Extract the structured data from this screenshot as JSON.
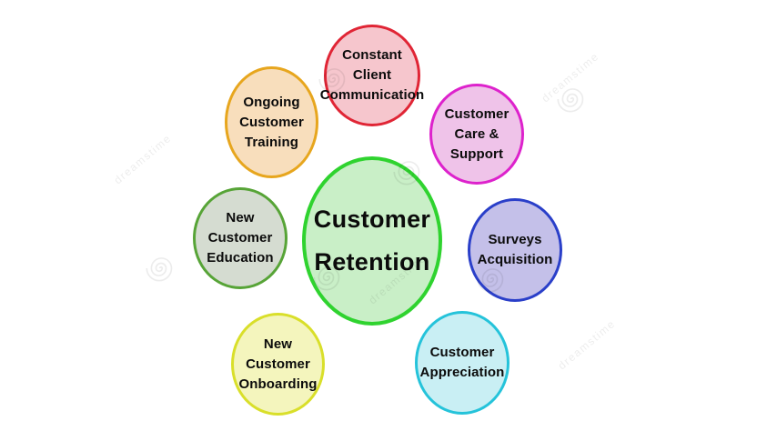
{
  "diagram": {
    "title": "Customer Retention factors diagram",
    "center": {
      "lines": [
        "Customer",
        "Retention"
      ],
      "fill": "#c9efc7",
      "border": "#2fd32f"
    },
    "satellites": [
      {
        "id": "constant-client-communication",
        "lines": [
          "Constant",
          "Client",
          "Communication"
        ],
        "fill": "#f6c6cd",
        "border": "#e02535"
      },
      {
        "id": "customer-care-support",
        "lines": [
          "Customer",
          "Care &",
          "Support"
        ],
        "fill": "#efc3e9",
        "border": "#dd22cc"
      },
      {
        "id": "surveys-acquisition",
        "lines": [
          "Surveys",
          "Acquisition",
          ""
        ],
        "fill": "#c4c0e9",
        "border": "#2a3fc9"
      },
      {
        "id": "customer-appreciation",
        "lines": [
          "Customer",
          "Appreciation",
          ""
        ],
        "fill": "#c9eff4",
        "border": "#25c3da"
      },
      {
        "id": "new-customer-onboarding",
        "lines": [
          "New",
          "Customer",
          "Onboarding"
        ],
        "fill": "#f4f5bd",
        "border": "#d9df2a"
      },
      {
        "id": "new-customer-education",
        "lines": [
          "New",
          "Customer",
          "Education"
        ],
        "fill": "#d5dcd1",
        "border": "#57a437"
      },
      {
        "id": "ongoing-customer-training",
        "lines": [
          "Ongoing",
          "Customer",
          "Training"
        ],
        "fill": "#f8debc",
        "border": "#e7a61e"
      }
    ],
    "watermark": {
      "text": "dreamstime",
      "icon": "spiral-swirl-icon"
    },
    "background": "#ffffff",
    "text_color": "#0b0b0b"
  }
}
